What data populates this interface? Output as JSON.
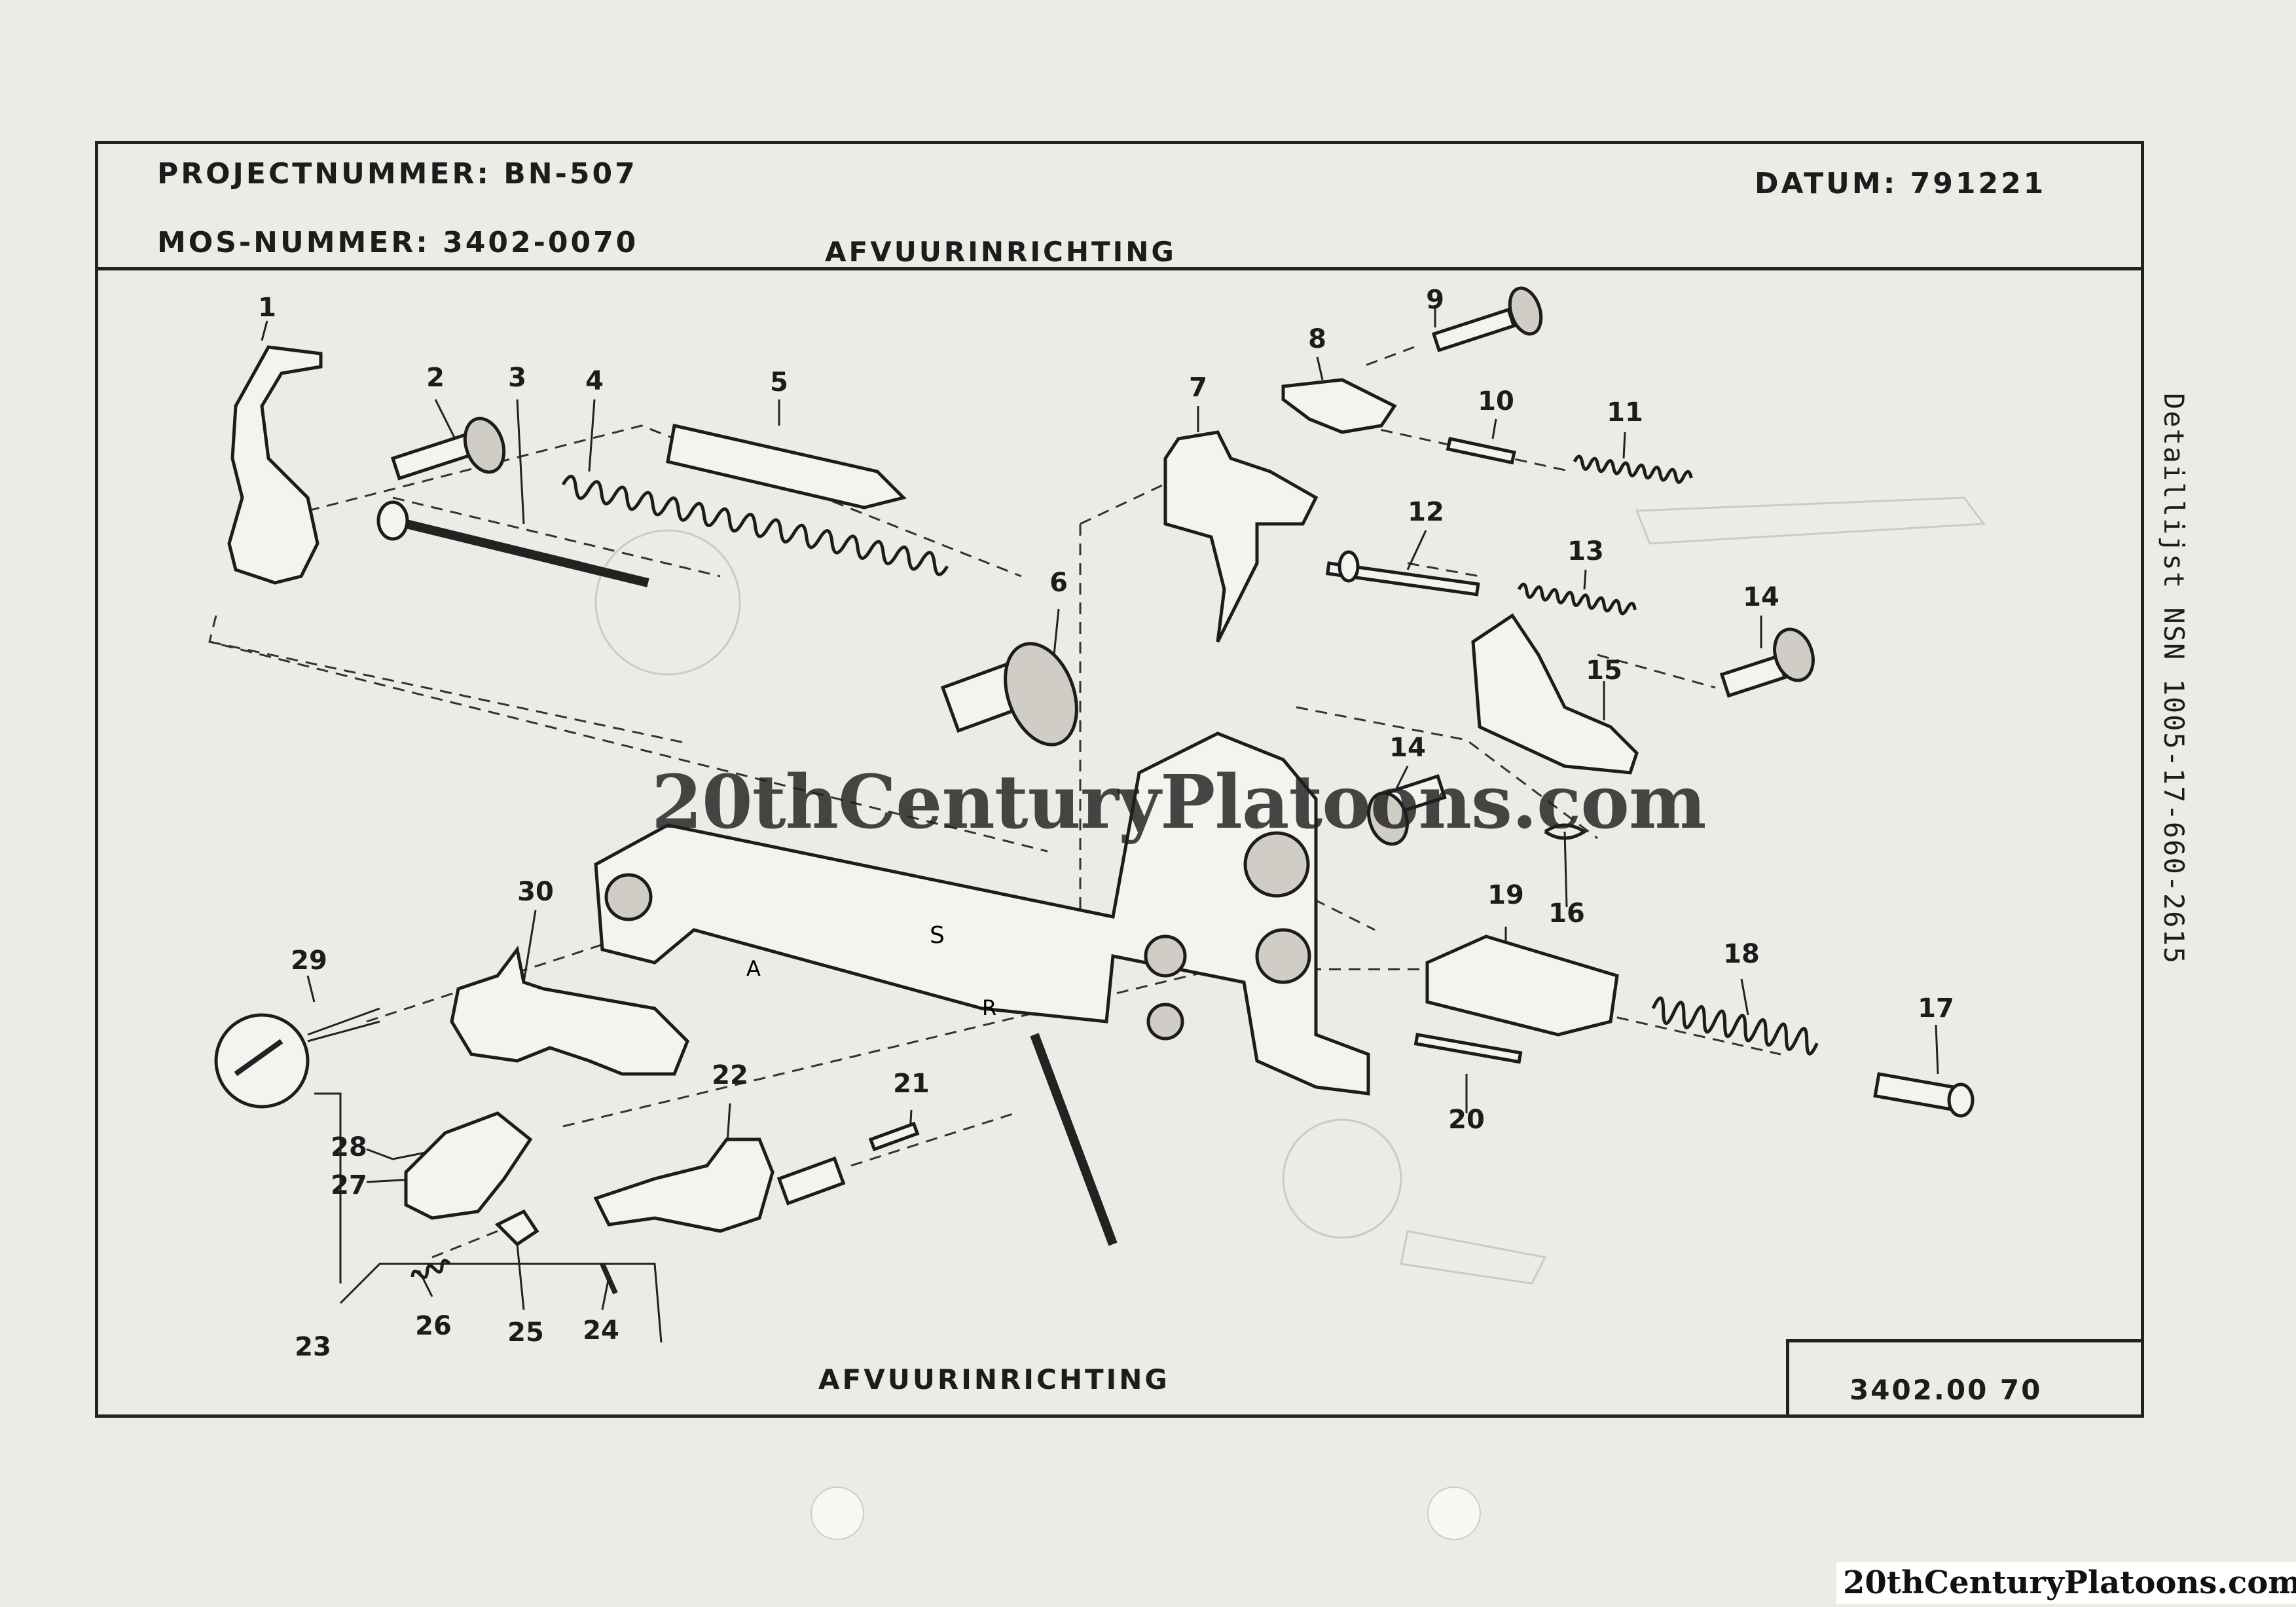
{
  "header": {
    "project_number": "PROJECTNUMMER: BN-507",
    "date": "DATUM: 791221",
    "mos_number": "MOS-NUMMER:  3402-0070",
    "title": "AFVUURINRICHTING"
  },
  "footer": {
    "title": "AFVUURINRICHTING",
    "code": "3402.00 70"
  },
  "side_text": "Detaillijst NSN 1005-17-660-2615",
  "watermark": "20thCenturyPlatoons.com",
  "corner_credit": "20thCenturyPlatoons.com",
  "callouts": [
    "1",
    "2",
    "3",
    "4",
    "5",
    "6",
    "7",
    "8",
    "9",
    "10",
    "11",
    "12",
    "13",
    "14",
    "15",
    "14",
    "16",
    "17",
    "18",
    "19",
    "20",
    "21",
    "22",
    "23",
    "24",
    "25",
    "26",
    "27",
    "28",
    "29",
    "30"
  ]
}
